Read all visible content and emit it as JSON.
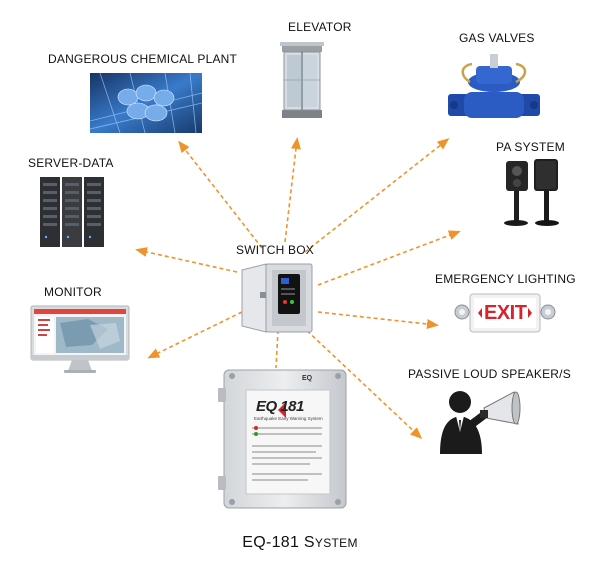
{
  "hub": {
    "label": "SWITCH BOX"
  },
  "nodes": [
    {
      "id": "chemical",
      "label": "DANGEROUS CHEMICAL PLANT",
      "icon": "chemical-plant-icon"
    },
    {
      "id": "elevator",
      "label": "ELEVATOR",
      "icon": "elevator-icon"
    },
    {
      "id": "gas",
      "label": "GAS VALVES",
      "icon": "gas-valve-icon"
    },
    {
      "id": "server",
      "label": "SERVER-DATA",
      "icon": "server-rack-icon"
    },
    {
      "id": "pa",
      "label": "PA SYSTEM",
      "icon": "pa-speaker-icon"
    },
    {
      "id": "monitor",
      "label": "MONITOR",
      "icon": "monitor-icon"
    },
    {
      "id": "emergency",
      "label": "EMERGENCY LIGHTING",
      "icon": "exit-sign-icon"
    },
    {
      "id": "speaker",
      "label": "PASSIVE LOUD SPEAKER/S",
      "icon": "megaphone-person-icon"
    }
  ],
  "exit_sign": "EXIT",
  "device": {
    "brand": "EQ",
    "model": "EQ 181",
    "subtitle": "Earthquake Early Warning System",
    "icon": "eq181-box-icon"
  },
  "caption": {
    "prefix": "EQ-181 S",
    "suffix": "YSTEM"
  },
  "colors": {
    "arrow": "#f0932b",
    "label": "#111111"
  }
}
